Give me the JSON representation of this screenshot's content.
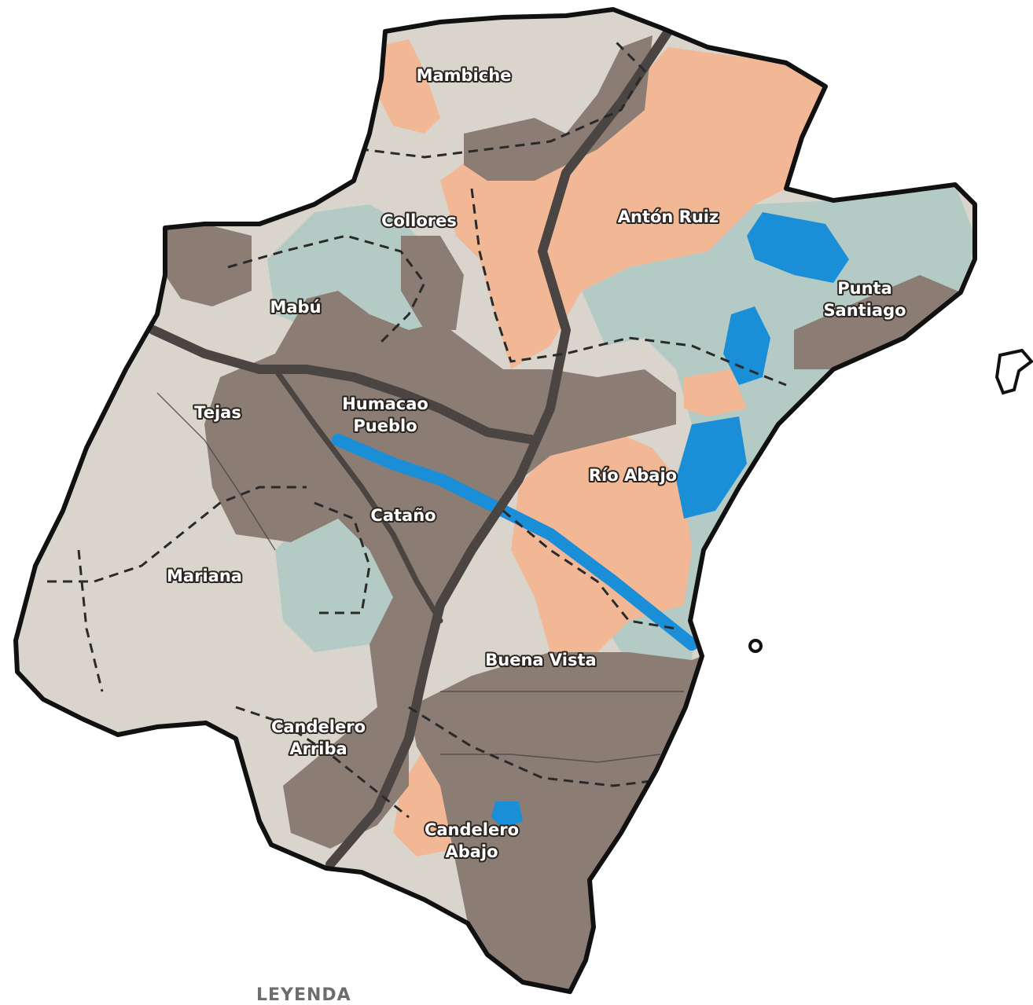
{
  "colors": {
    "rural": "#d9d5cc",
    "urban": "#8b7c74",
    "agricultural": "#f2b896",
    "conservation": "#b4cac4",
    "water": "#1a8fd8",
    "roads": "#4a4542",
    "outline": "#111111"
  },
  "map": {
    "barrios": [
      {
        "name": "Mambiche",
        "lines": [
          "Mambiche"
        ]
      },
      {
        "name": "Collores",
        "lines": [
          "Collores"
        ]
      },
      {
        "name": "Antón Ruiz",
        "lines": [
          "Antón Ruiz"
        ]
      },
      {
        "name": "Mabú",
        "lines": [
          "Mabú"
        ]
      },
      {
        "name": "Punta Santiago",
        "lines": [
          "Punta",
          "Santiago"
        ]
      },
      {
        "name": "Tejas",
        "lines": [
          "Tejas"
        ]
      },
      {
        "name": "Humacao Pueblo",
        "lines": [
          "Humacao",
          "Pueblo"
        ]
      },
      {
        "name": "Río Abajo",
        "lines": [
          "Río Abajo"
        ]
      },
      {
        "name": "Cataño",
        "lines": [
          "Cataño"
        ]
      },
      {
        "name": "Mariana",
        "lines": [
          "Mariana"
        ]
      },
      {
        "name": "Buena Vista",
        "lines": [
          "Buena Vista"
        ]
      },
      {
        "name": "Candelero Arriba",
        "lines": [
          "Candelero",
          "Arriba"
        ]
      },
      {
        "name": "Candelero Abajo",
        "lines": [
          "Candelero",
          "Abajo"
        ]
      }
    ]
  },
  "legend": {
    "title": "LEYENDA"
  }
}
